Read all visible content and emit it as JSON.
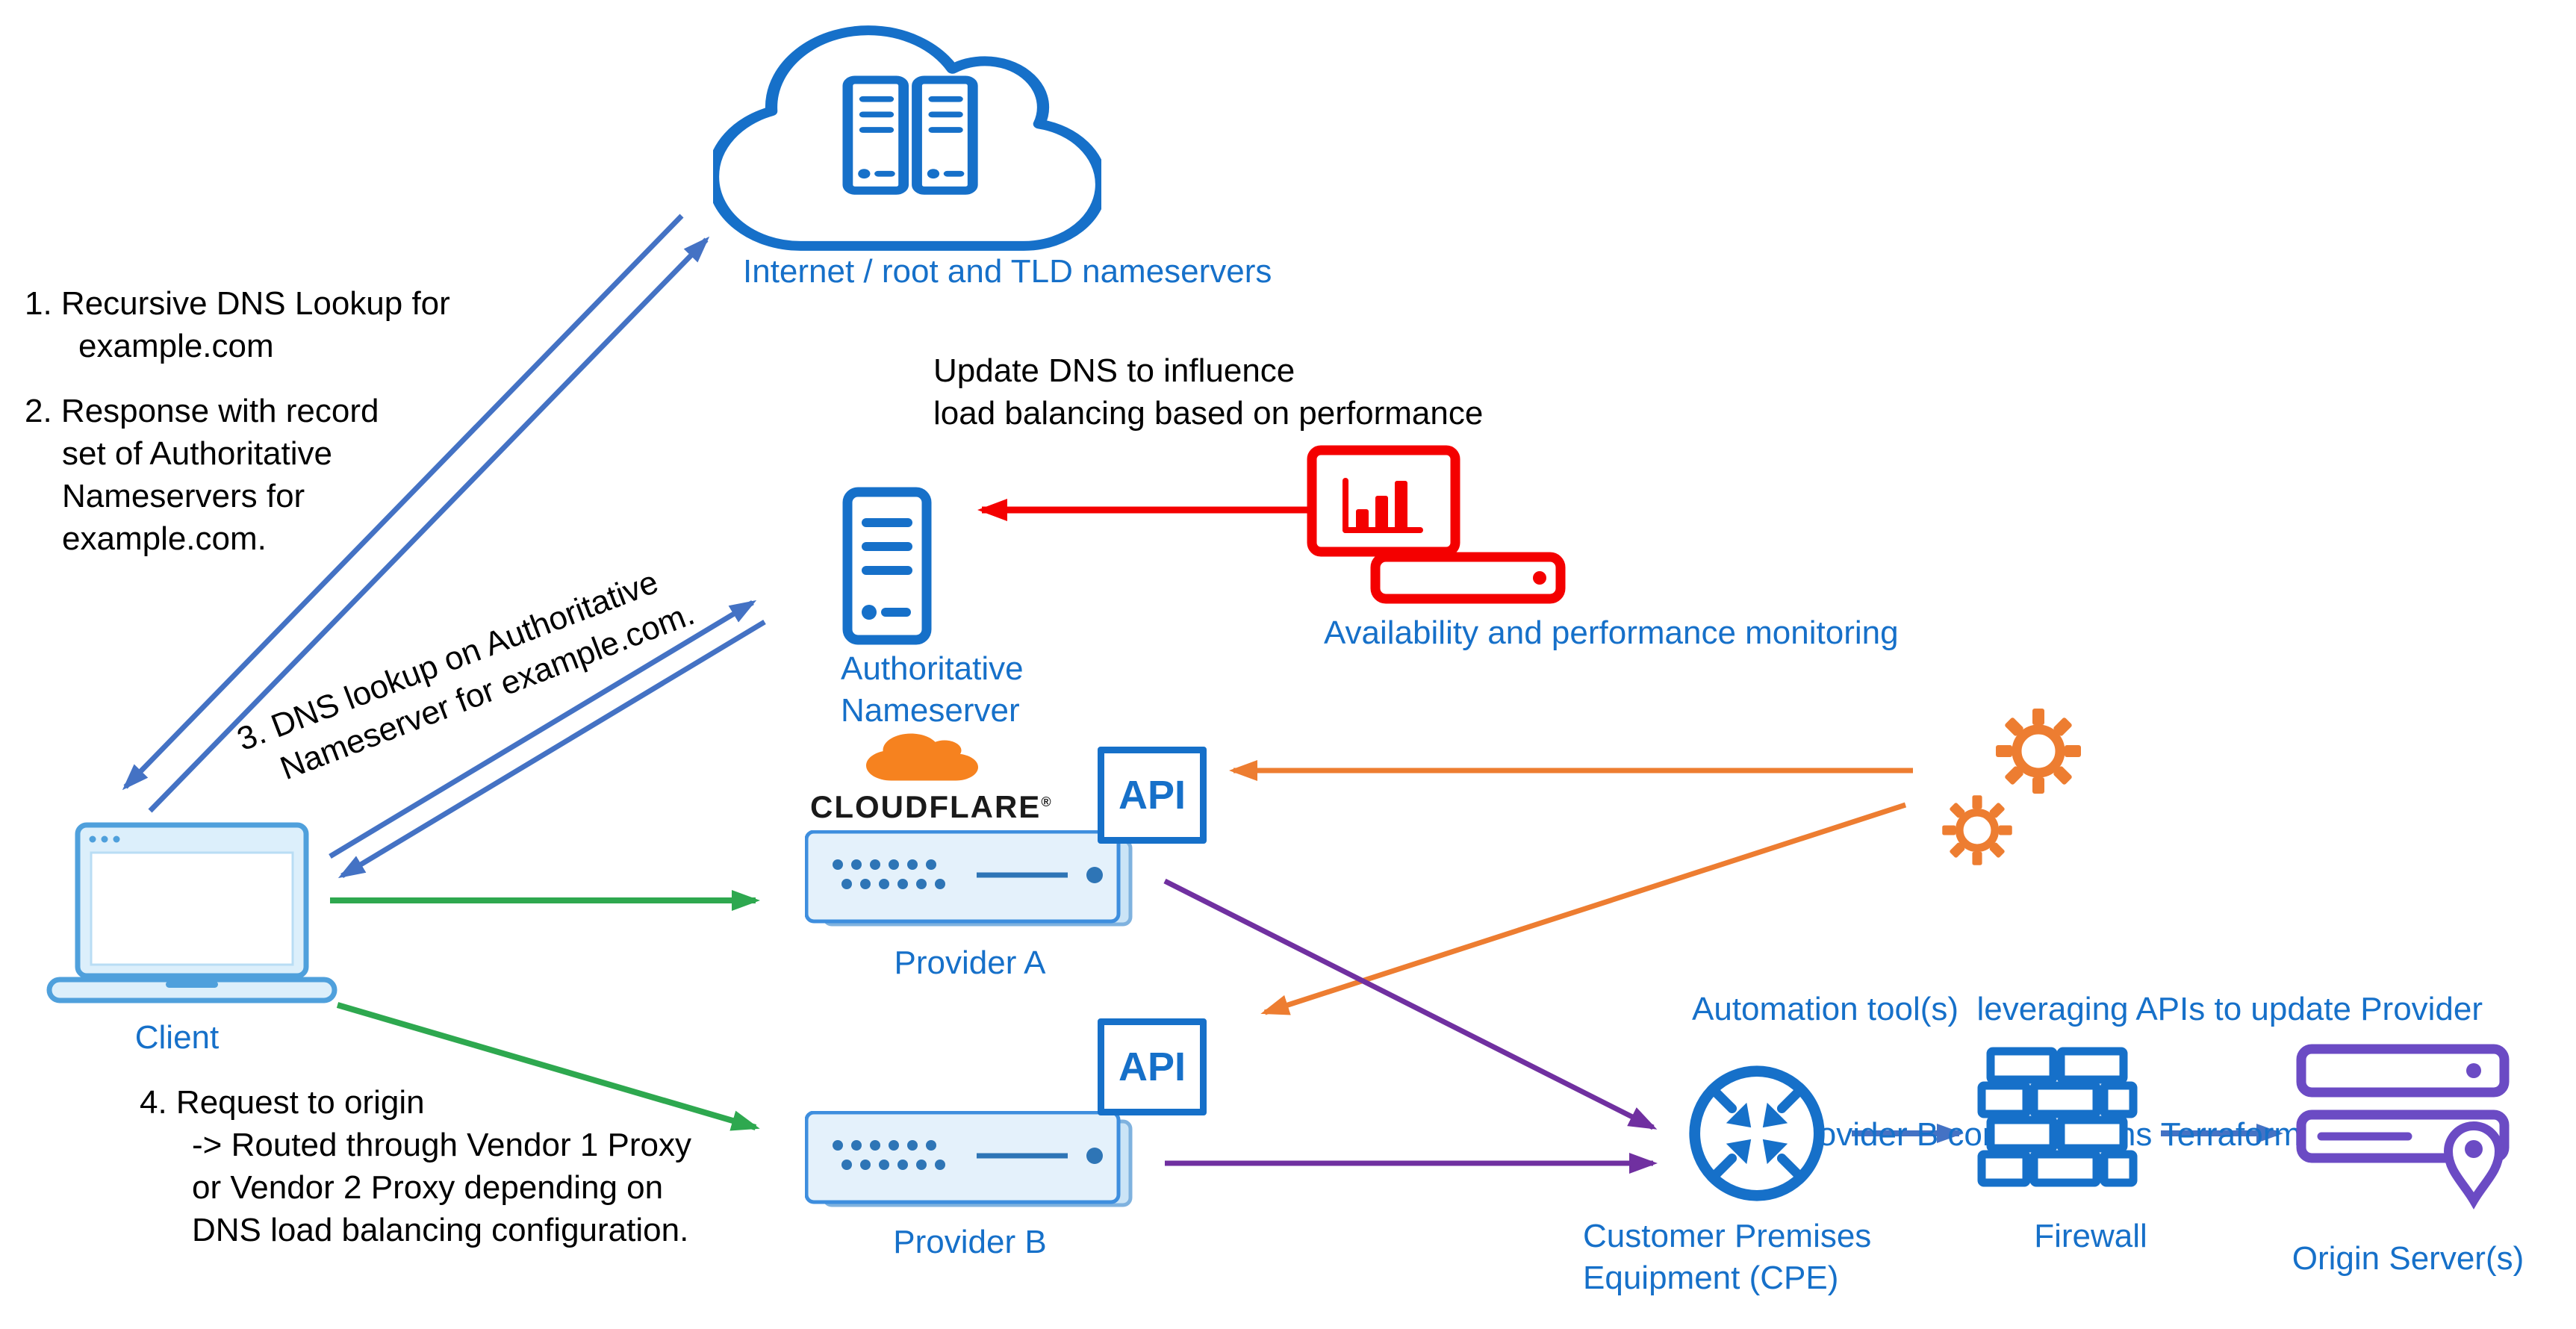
{
  "diagram": {
    "internet": {
      "label": "Internet / root and TLD nameservers"
    },
    "client": {
      "label": "Client"
    },
    "authoritative_nameserver": {
      "label_line1": "Authoritative",
      "label_line2": "Nameserver"
    },
    "monitoring": {
      "label": "Availability and performance monitoring"
    },
    "provider_a": {
      "label": "Provider A",
      "brand": "CLOUDFLARE",
      "brand_reg": "®",
      "api_label": "API"
    },
    "provider_b": {
      "label": "Provider B",
      "api_label": "API"
    },
    "automation": {
      "label_line1": "Automation tool(s)  leveraging APIs to update Provider",
      "label_line2": "A and Provider B configurations Terraform, etc.)"
    },
    "cpe": {
      "label_line1": "Customer Premises",
      "label_line2": "Equipment (CPE)"
    },
    "firewall": {
      "label": "Firewall"
    },
    "origin": {
      "label": "Origin Server(s)"
    }
  },
  "annotations": {
    "steps_1_2": {
      "lines": [
        "1. Recursive DNS Lookup for",
        "example.com",
        "2. Response with record",
        "set of Authoritative",
        "Nameservers for",
        "example.com."
      ]
    },
    "update_dns": {
      "line1": "Update DNS to influence",
      "line2": "load balancing based on performance"
    },
    "step_3": {
      "line1": "3. DNS lookup on Authoritative",
      "line2": "Nameserver for example.com."
    },
    "step_4": {
      "lines": [
        "4. Request to origin",
        "-> Routed through Vendor 1 Proxy",
        "or Vendor 2 Proxy depending on",
        "DNS load balancing configuration."
      ]
    }
  },
  "colors": {
    "icon_blue": "#1670C9",
    "label_blue": "#1670C9",
    "arrow_blue": "#4472C4",
    "green": "#2EA84F",
    "red": "#F40000",
    "orange": "#ED7D31",
    "purple_arrow": "#7030A0",
    "purple_icon": "#6B4BC4",
    "cloudflare_orange": "#F6821F",
    "laptop_blue": "#4FA0DC",
    "laptop_fill": "#DCEFFB",
    "appliance_fill": "#E4F1FB",
    "appliance_stroke": "#3E8EDE"
  }
}
